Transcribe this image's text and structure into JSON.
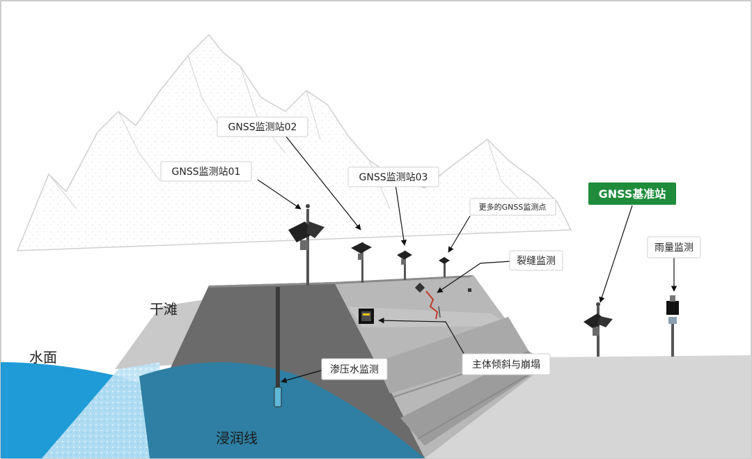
{
  "callouts": {
    "gnss01": "GNSS监测站01",
    "gnss02": "GNSS监测站02",
    "gnss03": "GNSS监测站03",
    "more_gnss": "更多的GNSS监测点",
    "crack": "裂缝监测",
    "base_station": "GNSS基准站",
    "rain": "雨量监测",
    "seepage": "渗压水监测",
    "tilt": "主体倾斜与崩塌"
  },
  "labels": {
    "dry_beach": "干滩",
    "water_surface": "水面",
    "phreatic_line": "浸润线"
  },
  "colors": {
    "water": "#1f9bd7",
    "seepage_zone": "#2e7fa3",
    "dam_dark": "#6b6b6b",
    "dam_light": "#b4b4b4",
    "ground": "#d6d6d6",
    "base_station_bg": "#1e8c3a",
    "mountain_stroke": "#cfcfcf"
  },
  "icons": [
    "solar-panel-icon",
    "gnss-antenna-icon",
    "rain-gauge-icon",
    "tilt-sensor-icon",
    "crack-meter-icon",
    "piezometer-icon"
  ]
}
